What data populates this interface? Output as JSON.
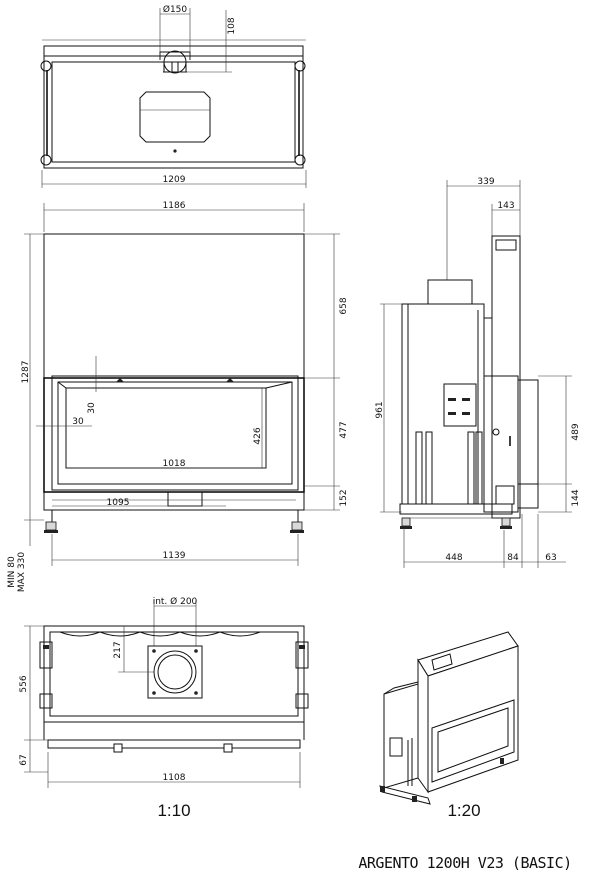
{
  "title": "ARGENTO 1200H V23 (BASIC)",
  "scales": {
    "left": "1:10",
    "right": "1:20"
  },
  "dimensions": {
    "flue_diameter": "Ø150",
    "flue_offset": "108",
    "top_width": "1209",
    "front_width": "1186",
    "total_height": "1287",
    "upper_height": "658",
    "frame_thickness": "30",
    "frame_thickness_side": "30",
    "glass_width": "1018",
    "glass_height": "426",
    "opening_height": "477",
    "base_height": "152",
    "base_width": "1095",
    "foot_width": "1139",
    "feet_adjust_min": "MIN 80",
    "feet_adjust_max": "MAX 330",
    "side_top_depth": "339",
    "side_flue_depth": "143",
    "side_height": "961",
    "side_opening_height": "489",
    "side_base_height": "144",
    "side_depth": "448",
    "side_depth_2": "84",
    "side_depth_3": "63",
    "plan_flue_label": "int.  Ø 200",
    "plan_offset": "217",
    "plan_depth": "556",
    "plan_front": "67",
    "plan_width": "1108"
  }
}
